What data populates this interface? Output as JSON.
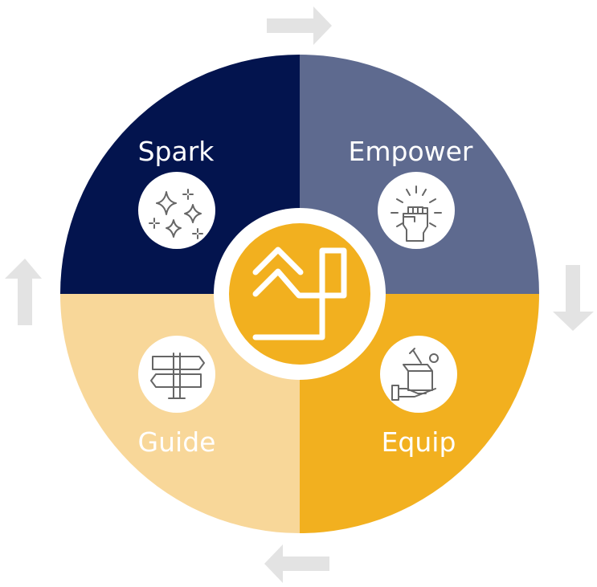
{
  "quadrants": [
    {
      "label": "Spark",
      "icon": "sparkles-icon",
      "color": "#03144e"
    },
    {
      "label": "Empower",
      "icon": "raised-fist-icon",
      "color": "#5e6a8f"
    },
    {
      "label": "Equip",
      "icon": "toolbox-hand-icon",
      "color": "#f2b01f"
    },
    {
      "label": "Guide",
      "icon": "signpost-icon",
      "color": "#f8d799"
    }
  ],
  "center_logo": {
    "icon": "brand-logo-icon",
    "color": "#f2b01f"
  },
  "cycle_arrows": {
    "color": "#e3e3e3",
    "directions": [
      "right",
      "down",
      "left",
      "up"
    ]
  }
}
